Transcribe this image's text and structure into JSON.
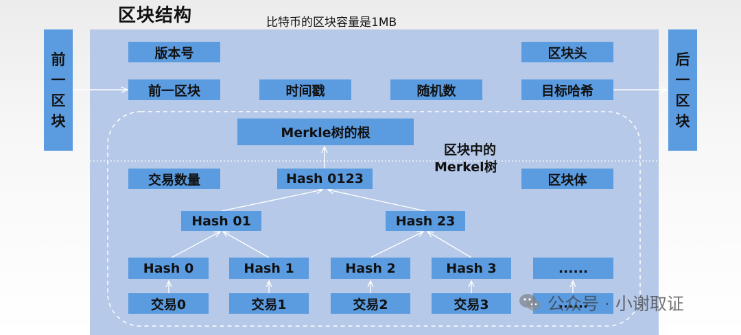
{
  "title": "区块结构",
  "subtitle": "比特币的区块容量是1MB",
  "prev_block": [
    "前",
    "一",
    "区",
    "块"
  ],
  "next_block": [
    "后",
    "一",
    "区",
    "块"
  ],
  "header": {
    "version": "版本号",
    "label": "区块头",
    "prev_block": "前一区块",
    "timestamp": "时间戳",
    "nonce": "随机数",
    "target": "目标哈希"
  },
  "merkle_root": "Merkle树的根",
  "merkle_caption": [
    "区块中的",
    "Merkel树"
  ],
  "body": {
    "tx_count": "交易数量",
    "label": "区块体",
    "hash_0123": "Hash 0123",
    "hash_01": "Hash 01",
    "hash_23": "Hash 23",
    "hash_0": "Hash 0",
    "hash_1": "Hash 1",
    "hash_2": "Hash 2",
    "hash_3": "Hash 3",
    "hash_more": "......",
    "tx_0": "交易0",
    "tx_1": "交易1",
    "tx_2": "交易2",
    "tx_3": "交易3",
    "tx_more": "......"
  },
  "watermark": "公众号 · 小谢取证",
  "colors": {
    "panel": "#b6c9e8",
    "box": "#5b9be0"
  }
}
